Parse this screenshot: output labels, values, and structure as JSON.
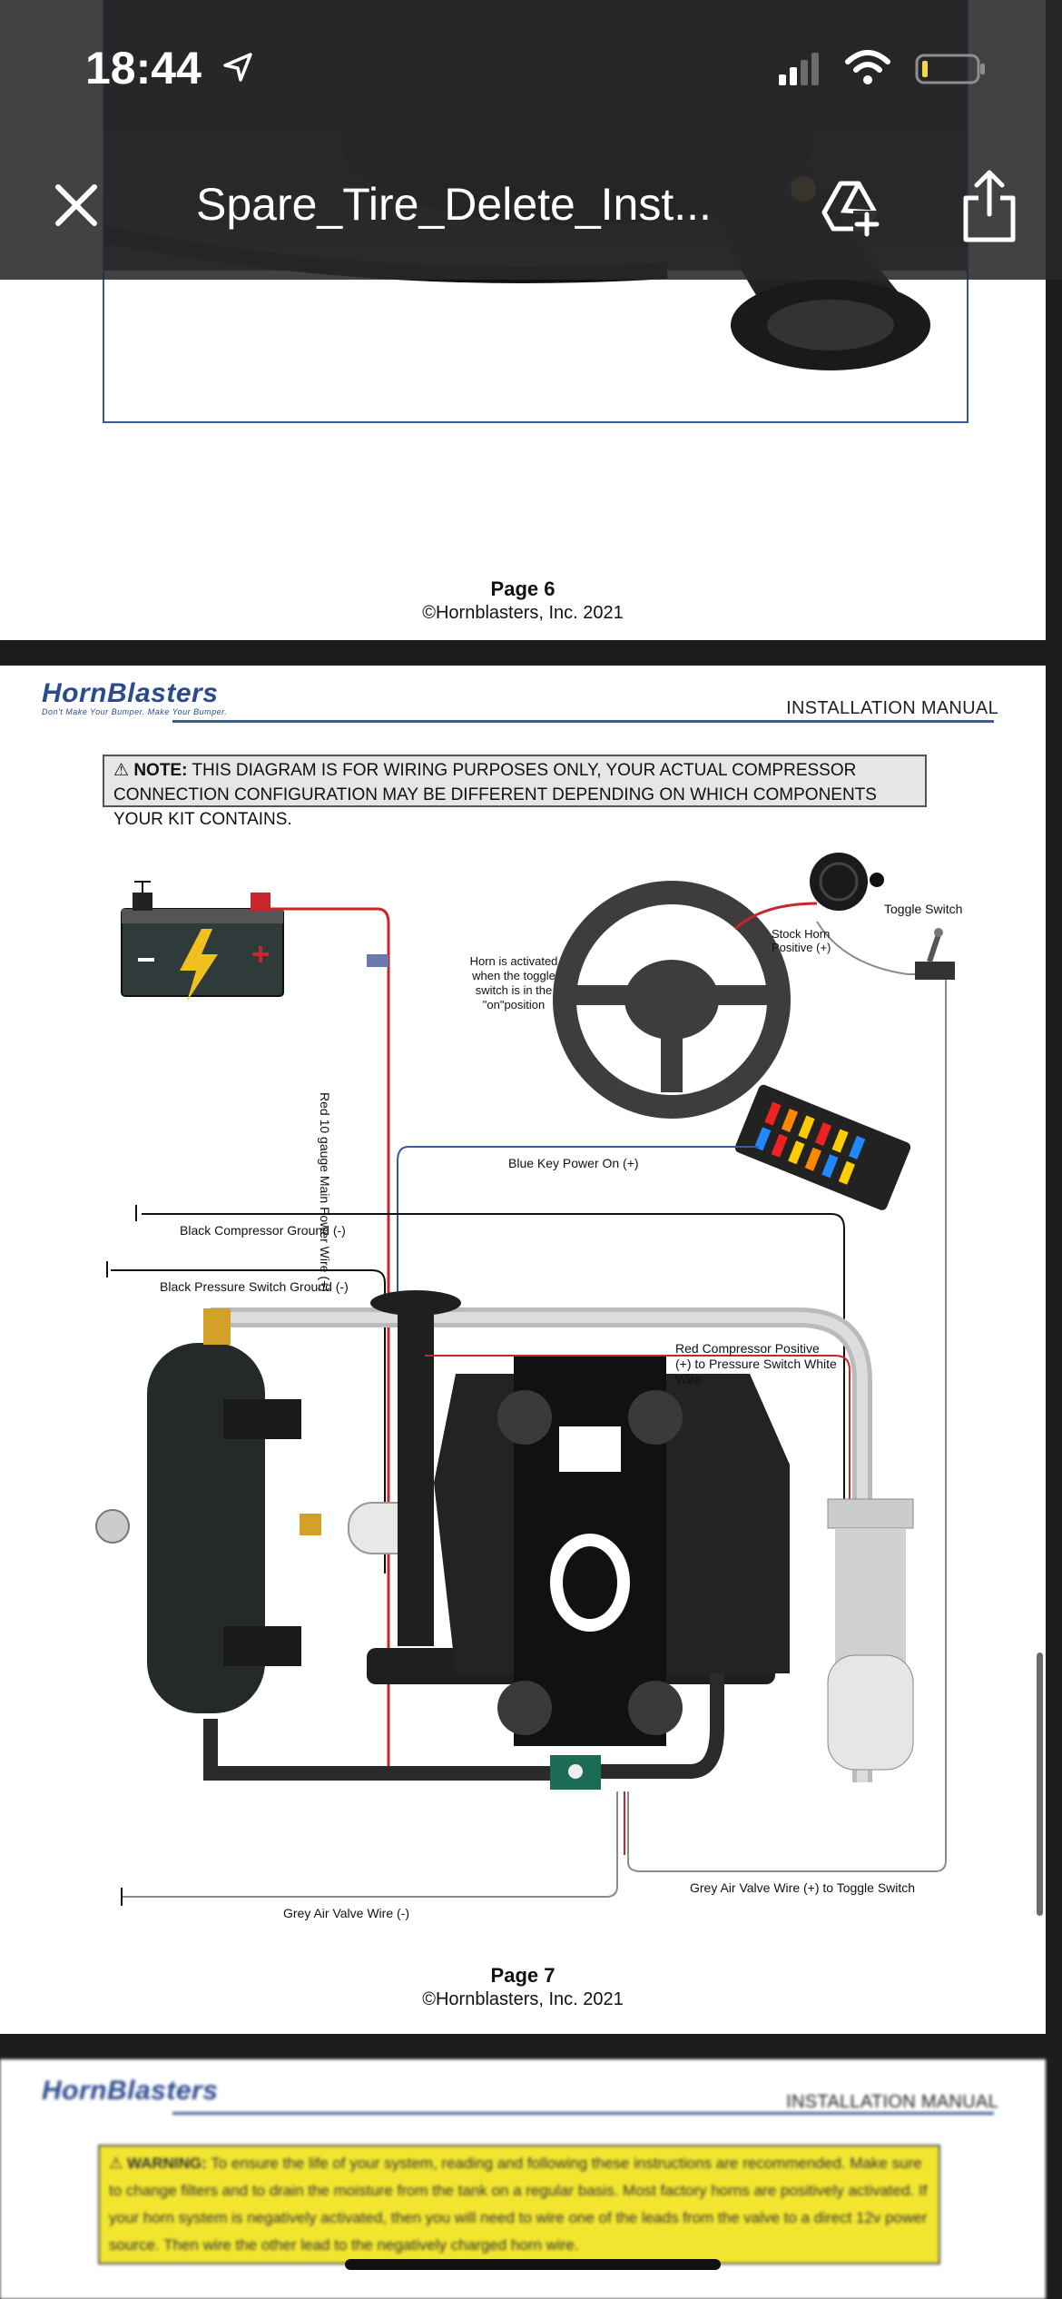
{
  "status_bar": {
    "time": "18:44"
  },
  "toolbar": {
    "title": "Spare_Tire_Delete_Inst..."
  },
  "page6": {
    "page_label": "Page 6",
    "copyright": "©Hornblasters, Inc. 2021"
  },
  "page7": {
    "logo_text": "HornBlasters",
    "logo_tagline": "Don't Make Your Bumper. Make Your Bumper.",
    "manual_label": "INSTALLATION MANUAL",
    "note_bold": "NOTE:",
    "note_text": "THIS DIAGRAM IS FOR WIRING PURPOSES ONLY, YOUR ACTUAL COMPRESSOR CONNECTION CONFIGURATION MAY BE DIFFERENT DEPENDING ON WHICH  COMPONENTS YOUR KIT CONTAINS.",
    "labels": {
      "toggle_switch": "Toggle Switch",
      "stock_horn": "Stock Horn Positive (+)",
      "horn_activated": "Horn is activated when the toggle switch is in the \"on\"position",
      "red_main": "Red 10 gauge Main Power Wire (+)",
      "blue_key": "Blue Key Power On (+)",
      "black_comp_ground": "Black Compressor Ground (-)",
      "black_ps_ground": "Black Pressure Switch Ground (-)",
      "red_comp_pos": "Red Compressor Positive (+) to Pressure Switch White Wire",
      "grey_neg": "Grey Air Valve Wire (-)",
      "grey_pos": "Grey Air Valve Wire (+) to Toggle Switch"
    },
    "page_label": "Page 7",
    "copyright": "©Hornblasters, Inc. 2021"
  },
  "page8": {
    "manual_label": "INSTALLATION MANUAL",
    "warning_bold": "WARNING:",
    "warning_text": "To ensure the life of your system, reading and following these instructions are recommended. Make sure to change filters and to drain the moisture from the tank on a regular basis. Most factory horns are positively activated. If your horn system is negatively activated, then you will need to wire one of the leads from the valve to a direct 12v power source. Then wire the other lead to the negatively charged horn wire."
  },
  "colors": {
    "toolbar_bg": "#28282a",
    "accent_blue": "#3a5a9a",
    "warning_yellow": "#f2e530",
    "wire_red": "#c8262c",
    "wire_blue": "#3a5a9a",
    "wire_grey": "#8a8a8a"
  }
}
